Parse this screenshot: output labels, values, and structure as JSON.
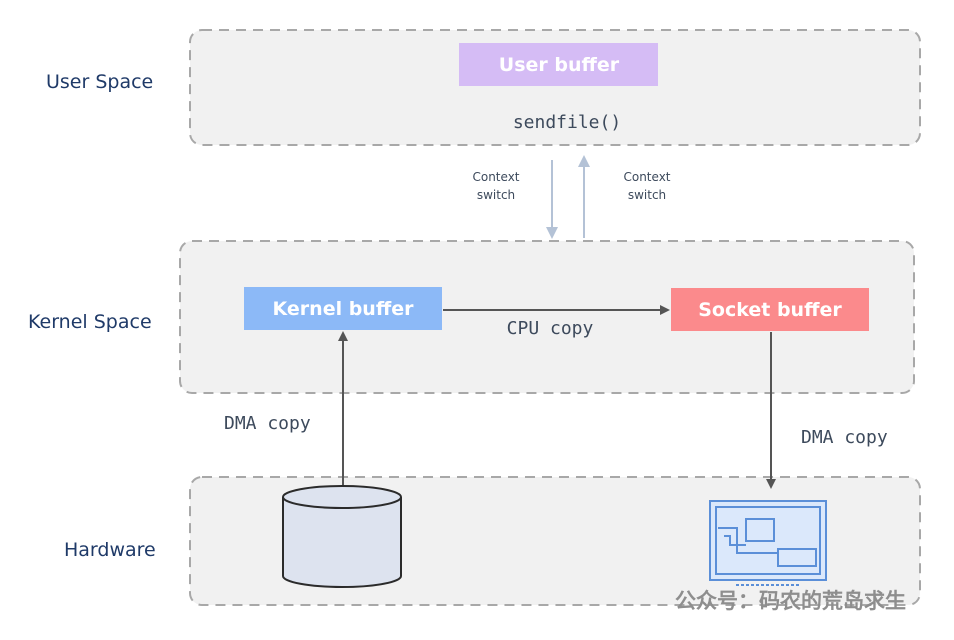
{
  "layers": {
    "user_space": "User Space",
    "kernel_space": "Kernel Space",
    "hardware": "Hardware"
  },
  "boxes": {
    "user_buffer": "User buffer",
    "kernel_buffer": "Kernel buffer",
    "socket_buffer": "Socket buffer"
  },
  "labels": {
    "sendfile": "sendfile()",
    "context_switch_line1": "Context",
    "context_switch_line2": "switch",
    "cpu_copy": "CPU copy",
    "dma_copy": "DMA copy"
  },
  "icons": {
    "disk": "disk-icon",
    "network_card": "network-card-icon"
  },
  "watermark": "公众号：码农的荒岛求生",
  "colors": {
    "layer_fill": "#f1f1f1",
    "layer_border": "#a8a8a8",
    "user_buffer": "#d5bcf5",
    "kernel_buffer": "#8cb9f7",
    "socket_buffer": "#fb8a8c",
    "arrow": "#555555",
    "context_arrow": "#b4c2d6",
    "hardware_icon_fill": "#dde3ef",
    "nic_fill": "#dbe8fb",
    "nic_stroke": "#5b8fd8"
  }
}
